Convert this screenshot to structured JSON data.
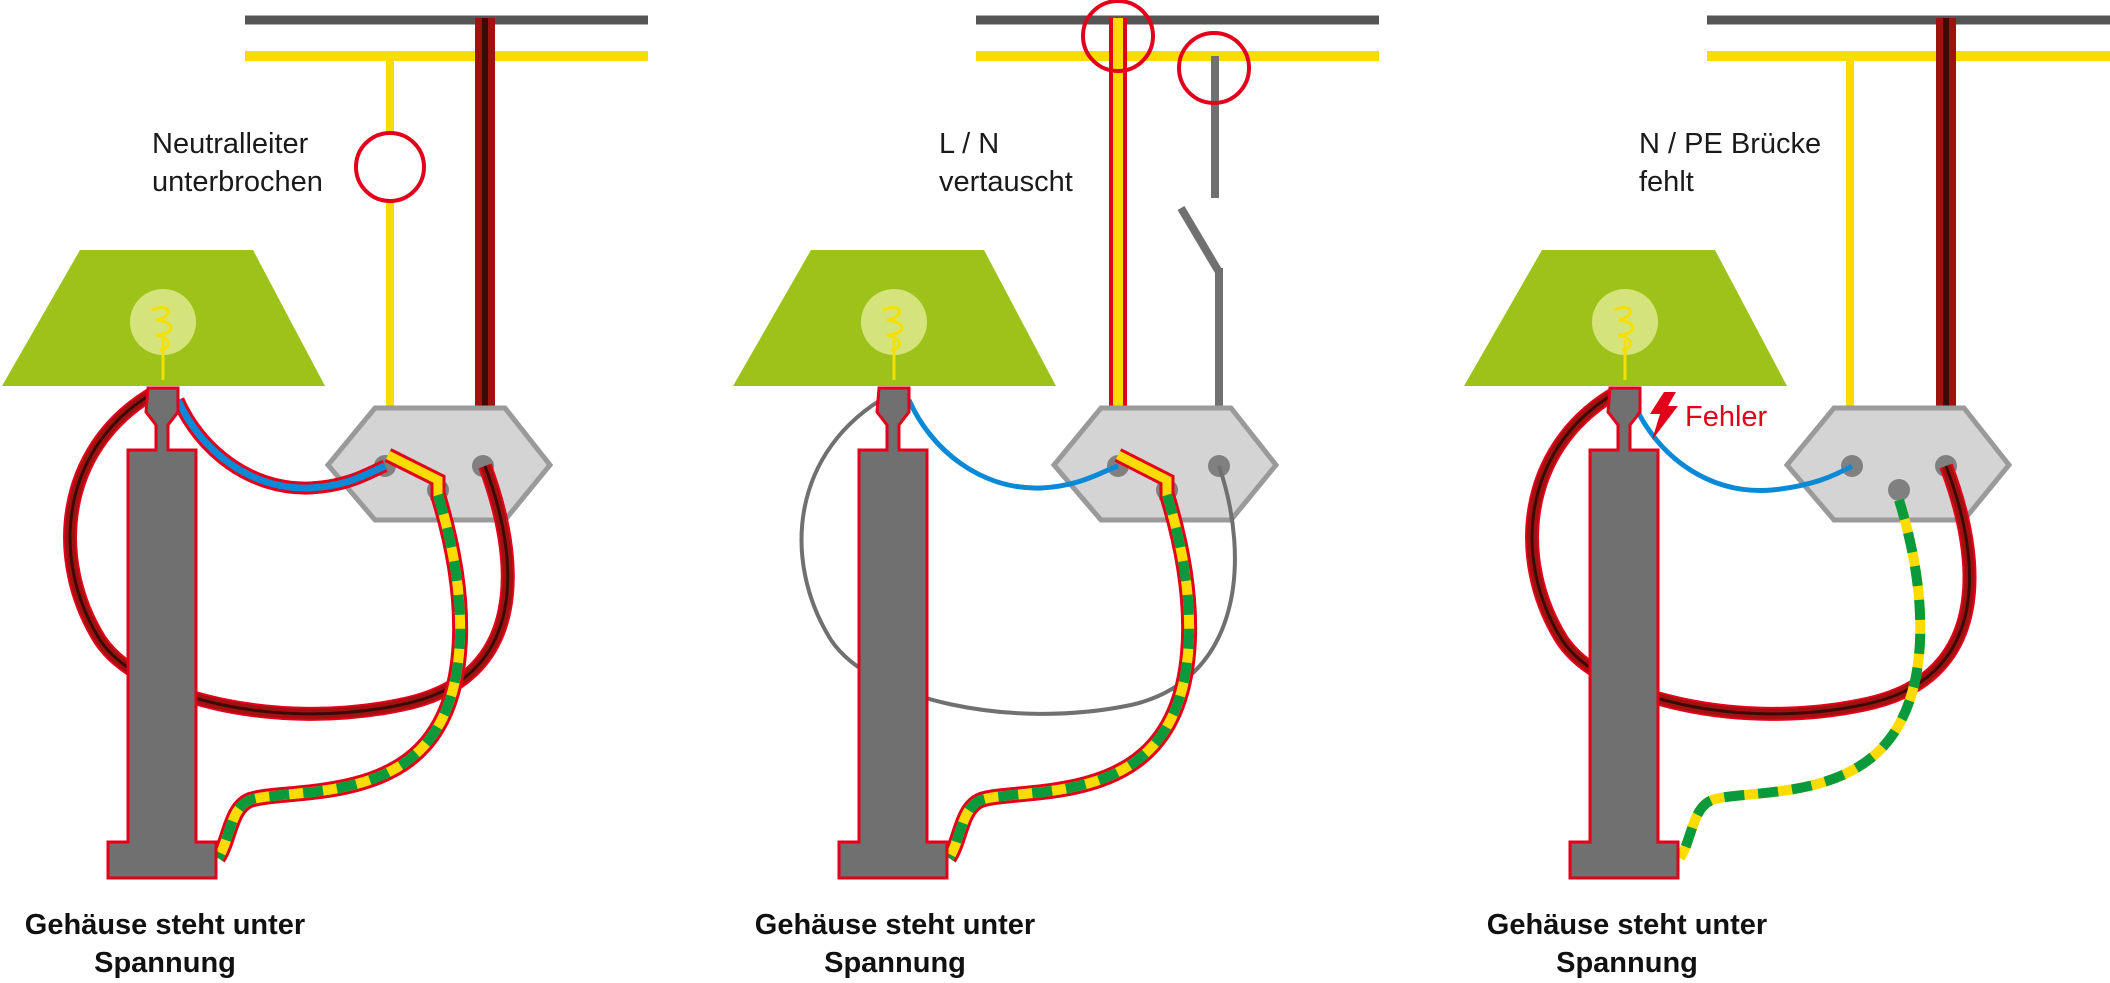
{
  "colors": {
    "phase": "#a0120f",
    "phase_core": "#3d0a08",
    "neutral_feed": "#fbdb00",
    "neutral_cable": "#0a8ad6",
    "pe_yellow": "#fbdb00",
    "pe_green": "#0a9a3c",
    "grey": "#707070",
    "fault_red": "#e2001a",
    "lamp_green": "#9dc31a",
    "terminal_block": "#d4d4d4"
  },
  "icons": [
    "lightbulb-icon",
    "lightning-icon"
  ],
  "panels": [
    {
      "label": "Neutralleiter\nunterbrochen",
      "caption": "Gehäuse steht unter\nSpannung"
    },
    {
      "label": "L / N\nvertauscht",
      "caption": "Gehäuse steht unter\nSpannung"
    },
    {
      "label": "N / PE Brücke\nfehlt",
      "caption": "Gehäuse steht unter\nSpannung",
      "fault_label": "Fehler"
    }
  ]
}
